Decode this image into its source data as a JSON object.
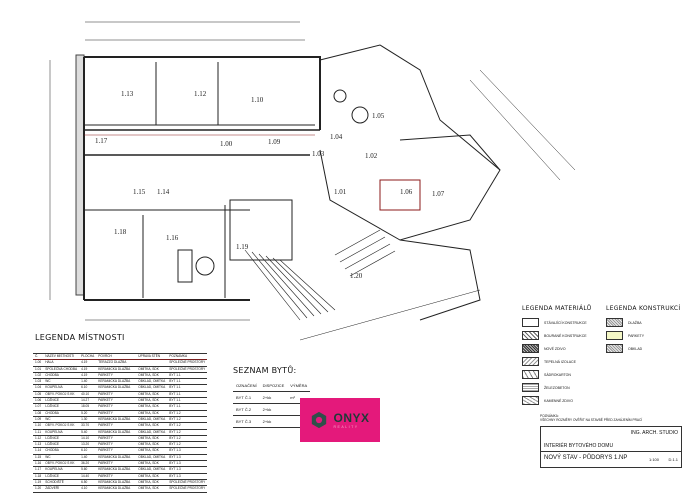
{
  "rooms": [
    "1.13",
    "1.12",
    "1.10",
    "1.00",
    "1.17",
    "1.09",
    "1.03",
    "1.14",
    "1.15",
    "1.05",
    "1.04",
    "1.02",
    "1.01",
    "1.06",
    "1.07",
    "1.18",
    "1.16",
    "1.19",
    "1.20"
  ],
  "room_legend": {
    "title": "LEGENDA MÍSTNOSTI",
    "headers": [
      "Č.",
      "NÁZEV MÍSTNOSTI",
      "PLOCHA",
      "POVRCH",
      "",
      "ÚPRAVA STĚN",
      "POZNÁMKA"
    ],
    "rows": [
      [
        "1.00",
        "HALA",
        "4.19",
        "TERAZZO DLAŽBA",
        "",
        "",
        "SPOLEČNÉ PROSTORY"
      ],
      [
        "1.01",
        "SPOLEČNÁ CHODBA",
        "4.19",
        "KERAMICKÁ DLAŽBA",
        "",
        "OMÍTKA, SDK",
        "SPOLEČNÉ PROSTORY"
      ],
      [
        "1.02",
        "CHODBA",
        "4.19",
        "PARKETY",
        "",
        "OMÍTKA, SDK",
        "BYT 1.1"
      ],
      [
        "1.03",
        "WC",
        "1.40",
        "KERAMICKÁ DLAŽBA",
        "",
        "OBKLAD, OMÍTKA",
        "BYT 1.1"
      ],
      [
        "1.04",
        "KOUPELNA",
        "6.10",
        "KERAMICKÁ DLAŽBA",
        "",
        "OBKLAD, OMÍTKA",
        "BYT 1.1"
      ],
      [
        "1.05",
        "OBÝV. POKOJ S KK",
        "40.10",
        "PARKETY",
        "",
        "OMÍTKA, SDK",
        "BYT 1.1"
      ],
      [
        "1.06",
        "LOŽNICE",
        "14.27",
        "PARKETY",
        "",
        "OMÍTKA, SDK",
        "BYT 1.1"
      ],
      [
        "1.07",
        "LOŽNICE",
        "18.05",
        "PARKETY",
        "",
        "OMÍTKA, SDK",
        "BYT 1.1"
      ],
      [
        "1.08",
        "CHODBA",
        "5.20",
        "PARKETY",
        "",
        "OMÍTKA, SDK",
        "BYT 1.2"
      ],
      [
        "1.09",
        "WC",
        "1.30",
        "KERAMICKÁ DLAŽBA",
        "",
        "OBKLAD, OMÍTKA",
        "BYT 1.2"
      ],
      [
        "1.10",
        "OBÝV. POKOJ S KK",
        "33.70",
        "PARKETY",
        "",
        "OMÍTKA, SDK",
        "BYT 1.2"
      ],
      [
        "1.11",
        "KOUPELNA",
        "5.40",
        "KERAMICKÁ DLAŽBA",
        "",
        "OBKLAD, OMÍTKA",
        "BYT 1.2"
      ],
      [
        "1.12",
        "LOŽNICE",
        "14.10",
        "PARKETY",
        "",
        "OMÍTKA, SDK",
        "BYT 1.2"
      ],
      [
        "1.13",
        "LOŽNICE",
        "13.20",
        "PARKETY",
        "",
        "OMÍTKA, SDK",
        "BYT 1.2"
      ],
      [
        "1.14",
        "CHODBA",
        "6.10",
        "PARKETY",
        "",
        "OMÍTKA, SDK",
        "BYT 1.3"
      ],
      [
        "1.15",
        "WC",
        "1.40",
        "KERAMICKÁ DLAŽBA",
        "",
        "OBKLAD, OMÍTKA",
        "BYT 1.3"
      ],
      [
        "1.16",
        "OBÝV. POKOJ S KK",
        "36.20",
        "PARKETY",
        "",
        "OMÍTKA, SDK",
        "BYT 1.3"
      ],
      [
        "1.17",
        "KOUPELNA",
        "5.60",
        "KERAMICKÁ DLAŽBA",
        "",
        "OBKLAD, OMÍTKA",
        "BYT 1.3"
      ],
      [
        "1.18",
        "LOŽNICE",
        "14.40",
        "PARKETY",
        "",
        "OMÍTKA, SDK",
        "BYT 1.3"
      ],
      [
        "1.19",
        "SCHODIŠTĚ",
        "6.50",
        "KERAMICKÁ DLAŽBA",
        "",
        "OMÍTKA, SDK",
        "SPOLEČNÉ PROSTORY"
      ],
      [
        "1.20",
        "ZÁDVEŘÍ",
        "4.10",
        "KERAMICKÁ DLAŽBA",
        "",
        "OMÍTKA, SDK",
        "SPOLEČNÉ PROSTORY"
      ]
    ]
  },
  "flats": {
    "title": "SEZNAM BYTŮ:",
    "headers": [
      "OZNAČENÍ",
      "DISPOZICE",
      "VÝMĚRA"
    ],
    "rows": [
      [
        "BYT Č.1",
        "2+kk",
        "m²"
      ],
      [
        "BYT Č.2",
        "2+kk",
        ""
      ],
      [
        "BYT Č.3",
        "2+kk",
        ""
      ]
    ]
  },
  "logo": {
    "name": "ONYX",
    "sub": "REALITY",
    "bg": "#e4197b",
    "icon": "hexagon-logo-icon"
  },
  "material_legend": {
    "title": "LEGENDA MATERIÁLŮ",
    "items": [
      "STÁVAJÍCÍ KONSTRUKCE",
      "BOURANÉ KONSTRUKCE",
      "NOVÉ ZDIVO",
      "TEPELNÁ IZOLACE",
      "SÁDROKARTON",
      "ŽELEZOBETON",
      "KAMENNÉ ZDIVO"
    ]
  },
  "construction_legend": {
    "title": "LEGENDA KONSTRUKCÍ",
    "items": [
      "DLAŽBA",
      "PARKETY",
      "OBKLAD"
    ],
    "colors": [
      "#ffffff",
      "#f4f7c6",
      "#ffffff"
    ]
  },
  "title_block": {
    "note_label": "POZNÁMKA:",
    "note": "VŠECHNY ROZMĚRY OVĚŘIT NA STAVBĚ PŘED ZAHÁJENÍM PRACÍ",
    "firm": "ING. ARCH. STUDIO",
    "project": "INTERIÉR BYTOVÉHO DOMU",
    "drawing": "NOVÝ STAV - PŮDORYS 1.NP",
    "scale": "1:100",
    "number": "D.1.1"
  },
  "colors": {
    "wall": "#222222",
    "demolition": "#8b1a1a"
  }
}
